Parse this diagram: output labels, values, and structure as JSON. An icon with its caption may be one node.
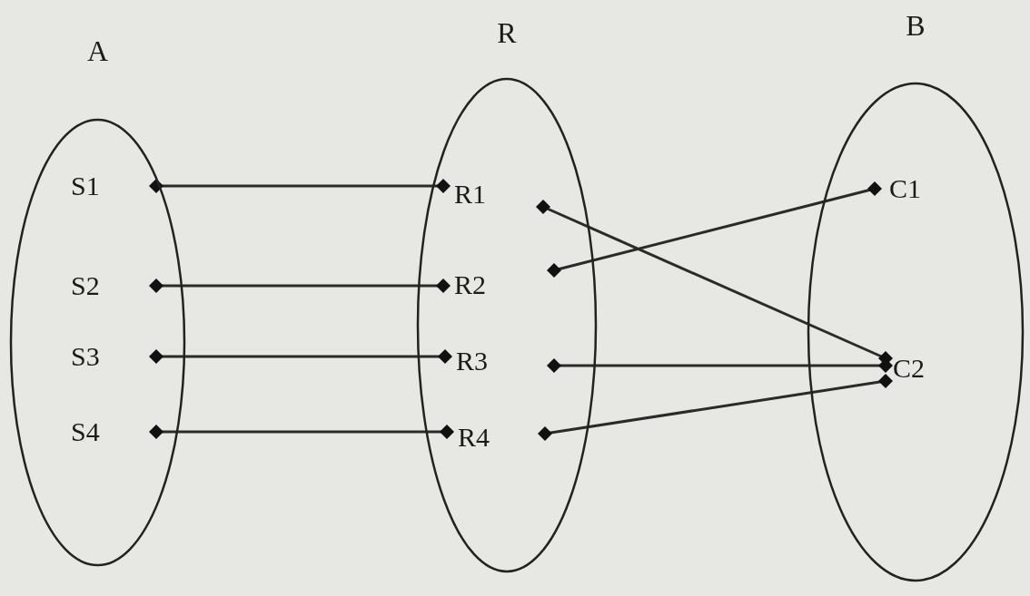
{
  "diagram": {
    "nodes": [
      {
        "text": [
          "A"
        ]
      },
      {
        "text": [
          "R"
        ]
      },
      {
        "text": [
          "B"
        ]
      },
      {
        "text": [
          "S1"
        ],
        "in": 0
      },
      {
        "text": [
          "S2"
        ],
        "in": 0
      },
      {
        "text": [
          "S3"
        ],
        "in": 0
      },
      {
        "text": [
          "S4"
        ],
        "in": 0
      },
      {
        "text": [
          "R1"
        ],
        "in": 1
      },
      {
        "text": [
          "R2"
        ],
        "in": 1
      },
      {
        "text": [
          "R3"
        ],
        "in": 1
      },
      {
        "text": [
          "R4"
        ],
        "in": 1
      },
      {
        "text": [
          "C1"
        ],
        "in": 2
      },
      {
        "text": [
          "C2"
        ],
        "in": 2
      }
    ],
    "edges": [
      {
        "from": 3,
        "to": 7,
        "arrow": "other"
      },
      {
        "from": 4,
        "to": 8,
        "arrow": "other"
      },
      {
        "from": 5,
        "to": 9,
        "arrow": "other"
      },
      {
        "from": 6,
        "to": 10,
        "arrow": "other"
      },
      {
        "from": 7,
        "to": 12,
        "arrow": "other"
      },
      {
        "from": 8,
        "to": 11,
        "arrow": "other"
      },
      {
        "from": 9,
        "to": 12,
        "arrow": "other"
      },
      {
        "from": 10,
        "to": 12,
        "arrow": "other"
      }
    ]
  }
}
